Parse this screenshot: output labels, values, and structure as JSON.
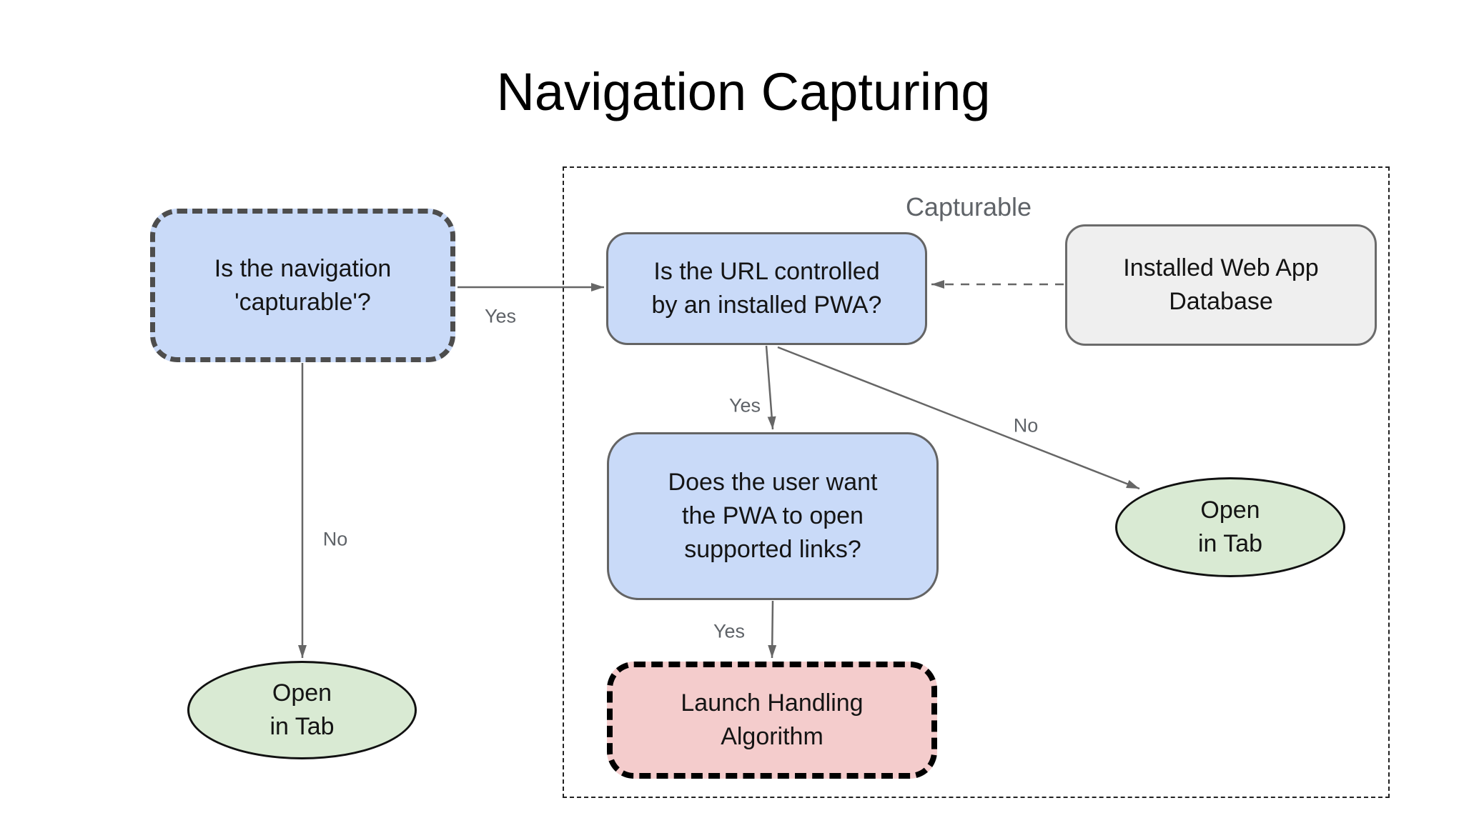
{
  "title": "Navigation Capturing",
  "group": {
    "label": "Capturable"
  },
  "nodes": {
    "capturable_question": {
      "text": "Is the navigation\n'capturable'?"
    },
    "url_controlled_question": {
      "text": "Is the URL controlled\nby an installed PWA?"
    },
    "installed_db": {
      "text": "Installed Web App\nDatabase"
    },
    "user_want_question": {
      "text": "Does the user want\nthe PWA to open\nsupported links?"
    },
    "launch_handling": {
      "text": "Launch Handling\nAlgorithm"
    },
    "open_in_tab_left": {
      "text": "Open\nin Tab"
    },
    "open_in_tab_right": {
      "text": "Open\nin Tab"
    }
  },
  "edge_labels": {
    "yes_capturable": "Yes",
    "no_capturable": "No",
    "yes_controlled": "Yes",
    "no_controlled": "No",
    "yes_supported": "Yes"
  },
  "colors": {
    "question_fill": "#c9daf8",
    "terminal_fill": "#d9ead3",
    "process_fill": "#f4cccc",
    "database_fill": "#efefef",
    "arrow": "#666666",
    "edge_label_text": "#5f6368",
    "group_border": "#212121",
    "title_text": "#000000"
  }
}
